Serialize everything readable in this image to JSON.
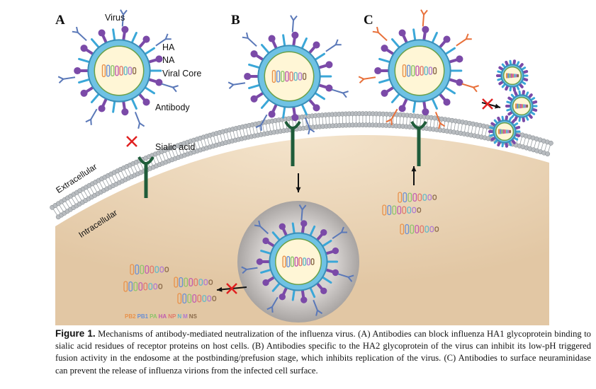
{
  "panels": {
    "a": "A",
    "b": "B",
    "c": "C"
  },
  "labels": {
    "virus": "Virus",
    "ha": "HA",
    "na": "NA",
    "viral_core": "Viral Core",
    "antibody": "Antibody",
    "sialic_acid": "Sialic acid",
    "extracellular": "Extracellular",
    "intracellular": "Intracellular"
  },
  "legend": [
    {
      "text": "PB2",
      "color": "#e8914a"
    },
    {
      "text": "PB1",
      "color": "#6a8fd4"
    },
    {
      "text": "PA",
      "color": "#8cc46a"
    },
    {
      "text": "HA",
      "color": "#c05bb0"
    },
    {
      "text": "NP",
      "color": "#e07a6a"
    },
    {
      "text": "N",
      "color": "#63b8c8"
    },
    {
      "text": "M",
      "color": "#b07ad0"
    },
    {
      "text": "NS",
      "color": "#8a6a4a"
    }
  ],
  "caption": {
    "figure_label": "Figure 1.",
    "text": "Mechanisms of antibody-mediated neutralization of the influenza virus. (A) Antibodies can block influenza HA1 glycoprotein binding to sialic acid residues of receptor proteins on host cells. (B) Antibodies specific to the HA2 glycoprotein of the virus can inhibit its low-pH triggered fusion activity in the endosome at the postbinding/prefusion stage, which inhibits replication of the virus. (C) Antibodies to surface neuraminidase can prevent the release of influenza virions from the infected cell surface."
  },
  "colors": {
    "cytoplasm": "#e9d4b8",
    "membrane_head": "#b8bcc0",
    "receptor": "#1f5c3a",
    "ha": "#3aa7d8",
    "na": "#7b4aa8",
    "antibody_blue": "#5a78b8",
    "antibody_orange": "#e8703a",
    "core_fill": "#fff6d6",
    "inhibit_cross": "#e02020"
  }
}
